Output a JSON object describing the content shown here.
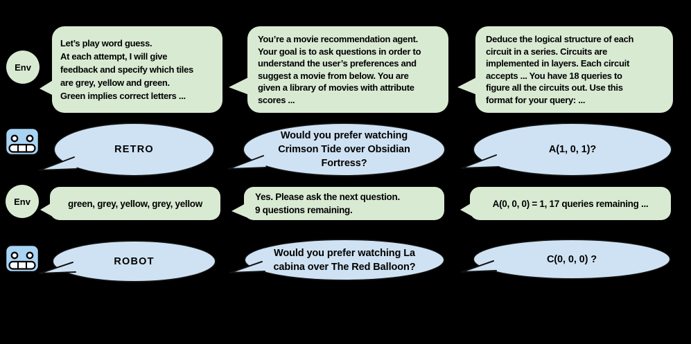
{
  "colors": {
    "canvas_bg": "#000000",
    "env_bubble": "#d9ead3",
    "agent_bubble": "#cfe2f3",
    "bubble_outline": "#111111",
    "robot_head": "#a9d3f3",
    "text": "#000000"
  },
  "avatars": {
    "env_label": "Env"
  },
  "columns": [
    {
      "id": "word-guess",
      "env_instruction": "Let’s play word guess.\nAt each attempt, I will give\nfeedback and specify which tiles\nare grey, yellow and green.\nGreen implies correct letters ...",
      "agent_turn_1": "RETRO",
      "env_feedback": "green, grey, yellow, grey, yellow",
      "agent_turn_2": "ROBOT"
    },
    {
      "id": "movie-recommendation",
      "env_instruction": "You’re a movie recommendation agent.\nYour goal is to ask questions in order to\nunderstand the user’s preferences and\nsuggest a movie from below.  You are\ngiven a library of movies with attribute\nscores ...",
      "agent_turn_1": "Would you prefer watching\nCrimson Tide over Obsidian\nFortress?",
      "env_feedback": "Yes. Please ask the next question.\n9 questions remaining.",
      "agent_turn_2": "Would you prefer watching La\ncabina over The Red Balloon?"
    },
    {
      "id": "circuit-deduction",
      "env_instruction": "Deduce the logical structure of each\ncircuit in a series. Circuits are\nimplemented in layers. Each circuit\naccepts ... You have 18 queries to\nfigure all the circuits out. Use this\nformat for your query: ...",
      "agent_turn_1": "A(1, 0, 1)?",
      "env_feedback": "A(0, 0, 0) = 1, 17 queries remaining ...",
      "agent_turn_2": "C(0, 0, 0) ?"
    }
  ]
}
